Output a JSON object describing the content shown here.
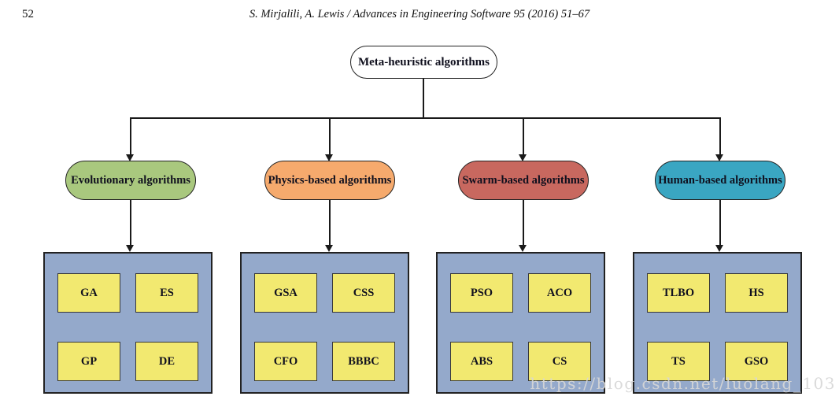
{
  "page": {
    "number": "52",
    "header": "S. Mirjalili, A. Lewis / Advances in Engineering Software 95 (2016) 51–67"
  },
  "figure": {
    "root_label": "Meta-heuristic algorithms",
    "branches": [
      {
        "label": "Evolutionary algorithms",
        "color": "#a9c87e",
        "algorithms": [
          "GA",
          "ES",
          "GP",
          "DE"
        ]
      },
      {
        "label": "Physics-based algorithms",
        "color": "#f6aa6d",
        "algorithms": [
          "GSA",
          "CSS",
          "CFO",
          "BBBC"
        ]
      },
      {
        "label": "Swarm-based algorithms",
        "color": "#c8685f",
        "algorithms": [
          "PSO",
          "ACO",
          "ABS",
          "CS"
        ]
      },
      {
        "label": "Human-based algorithms",
        "color": "#3aa6c2",
        "algorithms": [
          "TLBO",
          "HS",
          "TS",
          "GSO"
        ]
      }
    ],
    "colors": {
      "root_fill": "#ffffff",
      "container_fill": "#94a9cb",
      "algorithm_fill": "#f2e970",
      "line": "#1a1a1a"
    }
  },
  "watermark": "https://blog.csdn.net/luolang_103"
}
